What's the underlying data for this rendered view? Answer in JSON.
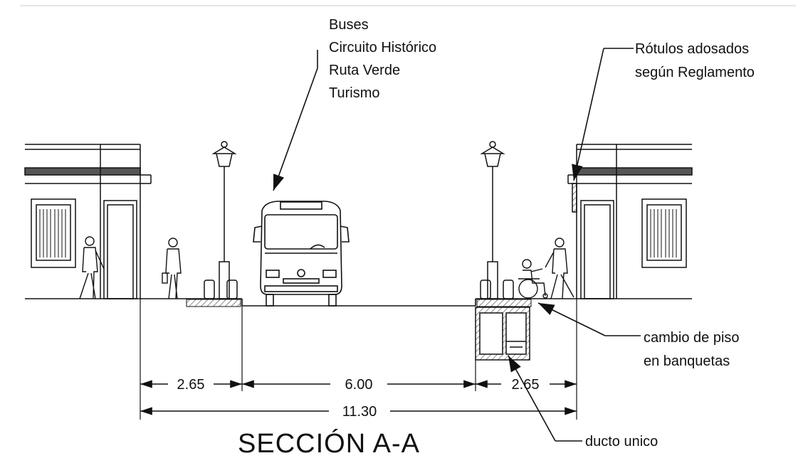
{
  "bus_label": [
    "Buses",
    "Circuito Histórico",
    "Ruta Verde",
    "Turismo"
  ],
  "rotulos_label": [
    "Rótulos adosados",
    "según Reglamento"
  ],
  "piso_label": [
    "cambio de piso",
    "en banquetas"
  ],
  "ducto_label": "ducto unico",
  "dimensions": {
    "left_sidewalk": "2.65",
    "roadway": "6.00",
    "right_sidewalk": "2.65",
    "total": "11.30"
  },
  "title": "SECCIÓN A-A",
  "colors": {
    "ink": "#111111",
    "hatch": "#444444",
    "background": "#ffffff"
  }
}
